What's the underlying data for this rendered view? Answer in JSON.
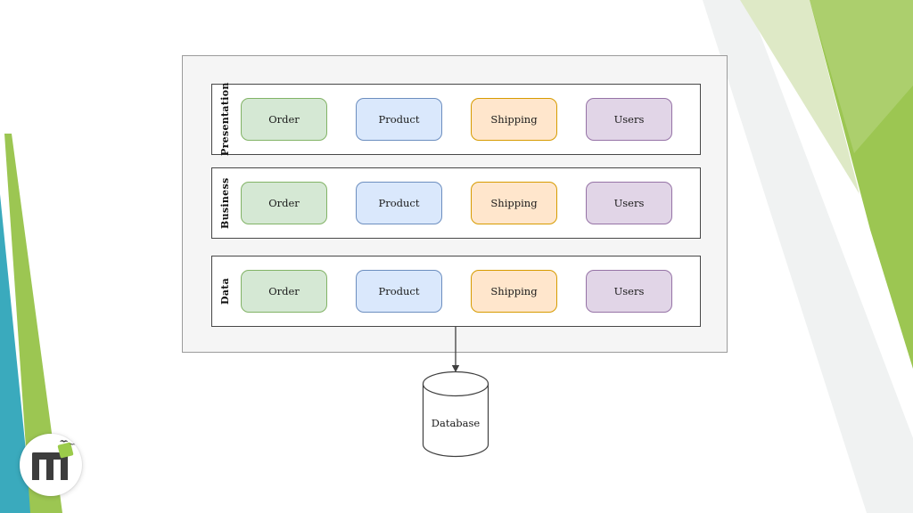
{
  "slide": {
    "colors": {
      "teal_wedge": "#3aaabd",
      "green_wedge": "#9cc652",
      "pale_green_wedge": "#dee9c6",
      "gray_wedge": "#f0f2f2",
      "logo_ink": "#3d3d3d",
      "logo_leaf": "#9bcb4a"
    }
  },
  "diagram": {
    "container": {
      "fill": "#f5f5f5",
      "stroke": "#9b9b9b"
    },
    "layers": [
      {
        "label": "Presentation"
      },
      {
        "label": "Business"
      },
      {
        "label": "Data"
      }
    ],
    "module_types": [
      {
        "label": "Order",
        "fill": "#d5e8d4",
        "stroke": "#82b366"
      },
      {
        "label": "Product",
        "fill": "#dae8fc",
        "stroke": "#6c8ebf"
      },
      {
        "label": "Shipping",
        "fill": "#ffe6cc",
        "stroke": "#d79b00"
      },
      {
        "label": "Users",
        "fill": "#e1d5e7",
        "stroke": "#9673a6"
      }
    ],
    "database": {
      "label": "Database"
    }
  }
}
